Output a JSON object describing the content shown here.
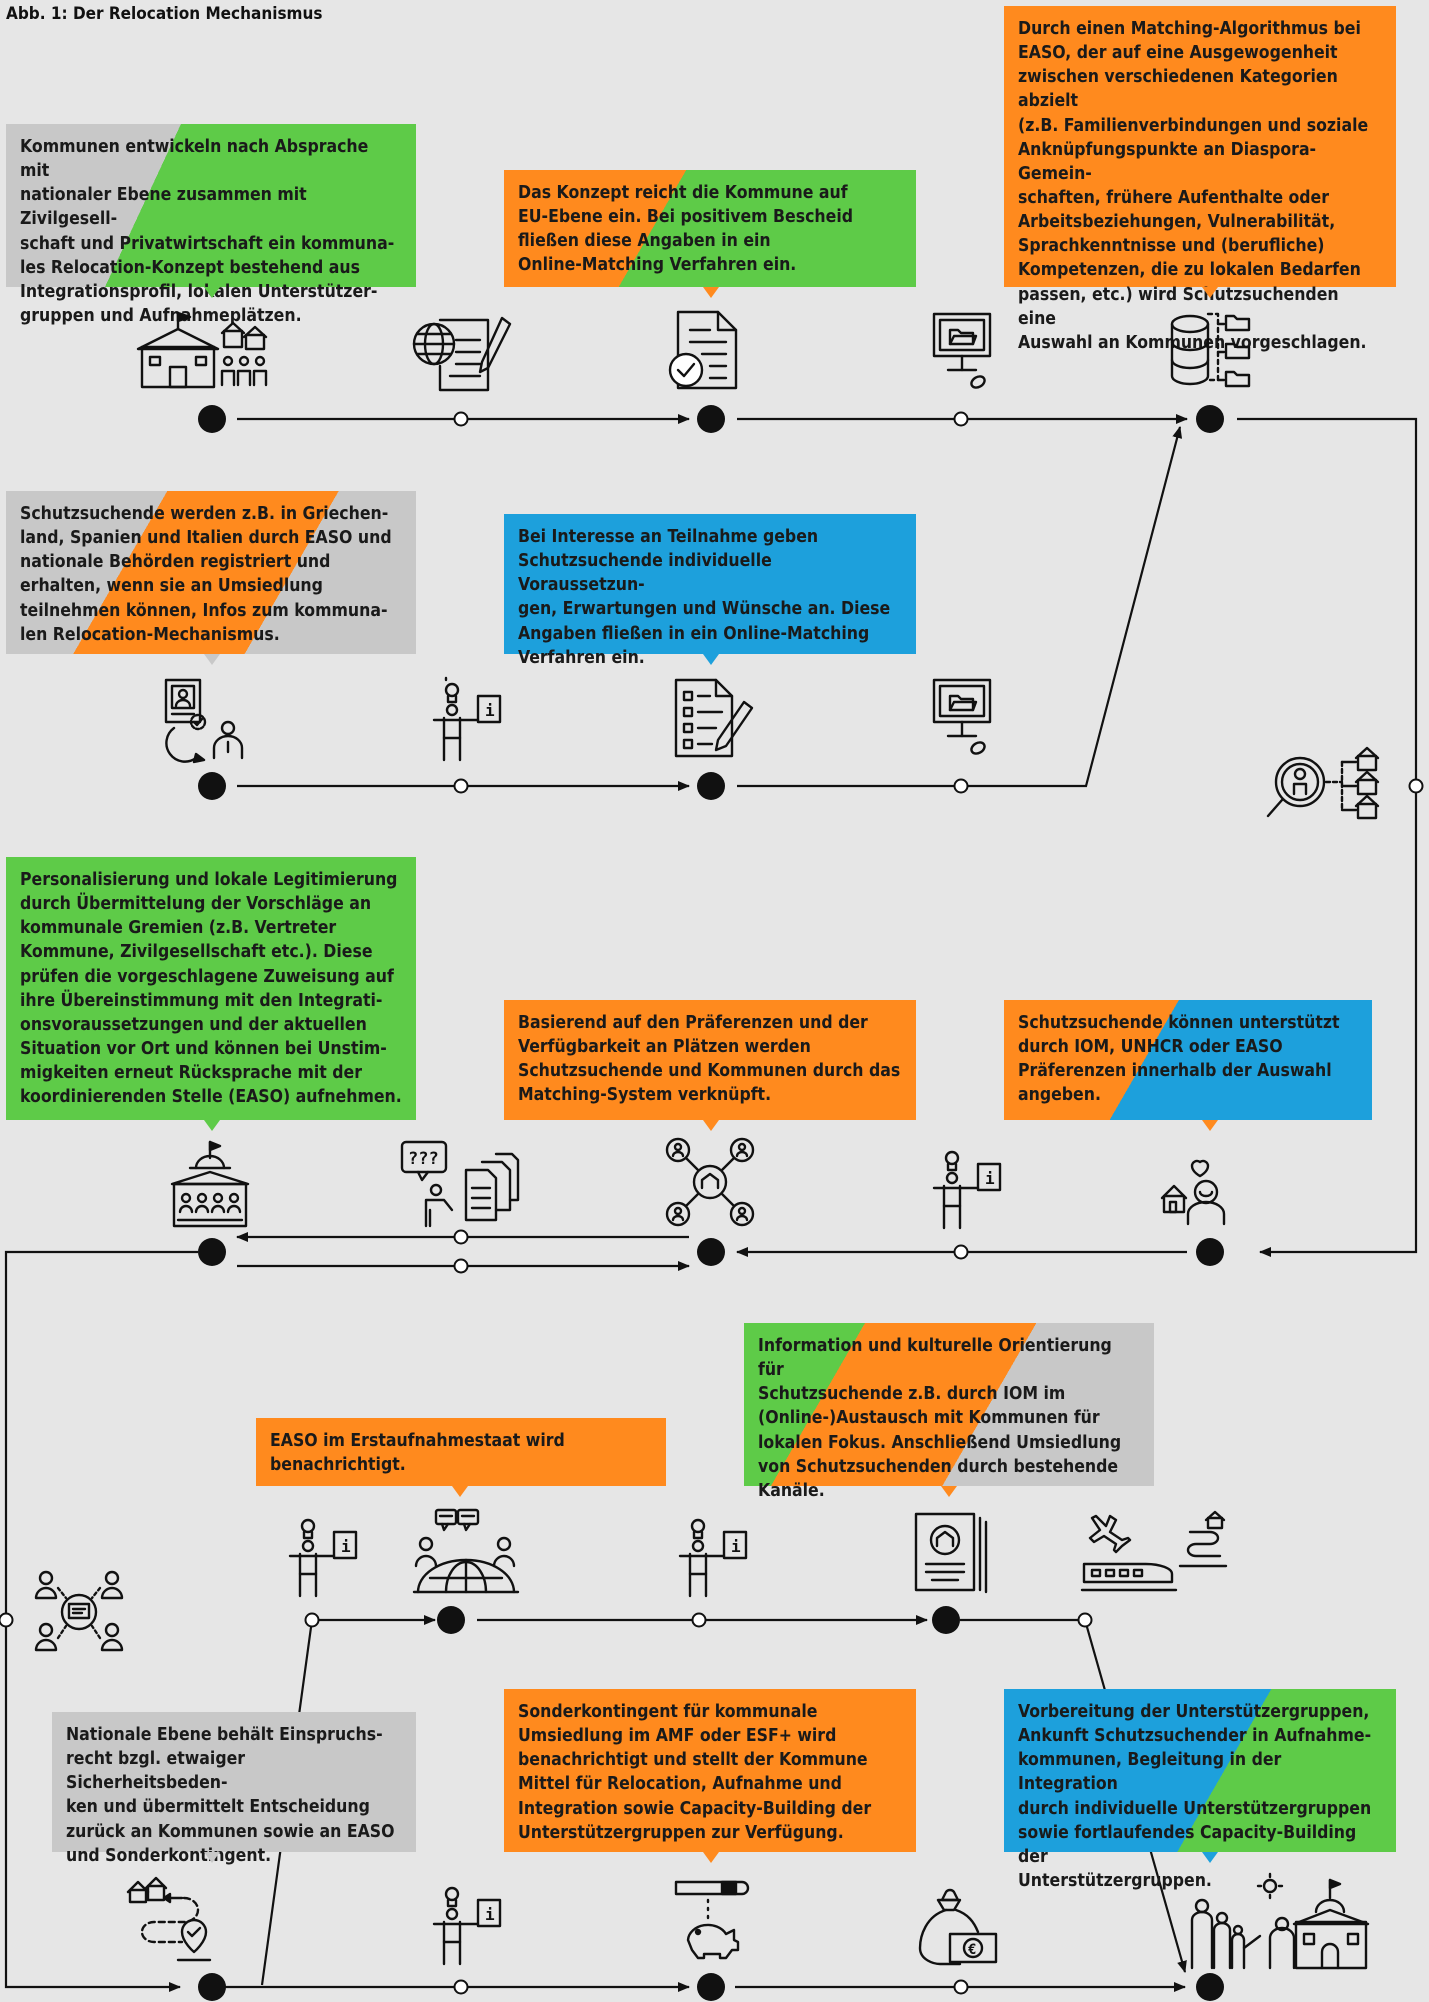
{
  "title": "Abb. 1: Der Relocation Mechanismus",
  "colors": {
    "grey": "#c8c8c8",
    "green": "#5ecb48",
    "orange": "#ff8a1e",
    "blue": "#1da0dc",
    "line": "#111111",
    "background": "#e6e6e6"
  },
  "boxes": {
    "kommunen_konzept": "Kommunen entwickeln nach Absprache mit\nnationaler Ebene zusammen mit Zivilgesell-\nschaft und Privatwirtschaft ein kommuna-\nles Relocation-Konzept bestehend aus\nIntegrationsprofil, lokalen Unterstützer-\ngruppen und Aufnahmeplätzen.",
    "konzept_eu": "Das Konzept reicht die Kommune auf\nEU-Ebene ein. Bei positivem Bescheid\nfließen diese Angaben in ein\nOnline-Matching Verfahren ein.",
    "matching_algorithmus": "Durch einen Matching-Algorithmus bei\nEASO, der auf eine Ausgewogenheit\nzwischen verschiedenen Kategorien abzielt\n(z.B. Familienverbindungen und soziale\nAnknüpfungspunkte an Diaspora-Gemein-\nschaften, frühere Aufenthalte oder\nArbeitsbeziehungen, Vulnerabilität,\nSprachkenntnisse und (berufliche)\nKompetenzen, die zu lokalen Bedarfen\npassen, etc.) wird Schutzsuchenden eine\nAuswahl an Kommunen vorgeschlagen.",
    "registrierung": "Schutzsuchende werden z.B. in Griechen-\nland, Spanien und Italien durch EASO und\nnationale Behörden registriert und\nerhalten, wenn sie an Umsiedlung\nteilnehmen können, Infos zum kommuna-\nlen Relocation-Mechanismus.",
    "interesse": "Bei Interesse an Teilnahme geben\nSchutzsuchende individuelle Voraussetzun-\ngen, Erwartungen und Wünsche an. Diese\nAngaben fließen in ein Online-Matching\nVerfahren ein.",
    "personalisierung": "Personalisierung und lokale Legitimierung\ndurch Übermittelung der Vorschläge an\nkommunale Gremien (z.B. Vertreter\nKommune, Zivilgesellschaft etc.). Diese\nprüfen die vorgeschlagene Zuweisung auf\nihre Übereinstimmung mit den Integrati-\nonsvoraussetzungen und der aktuellen\nSituation vor Ort und können bei Unstim-\nmigkeiten erneut Rücksprache mit der\nkoordinierenden Stelle (EASO) aufnehmen.",
    "praeferenzen_verknuepft": "Basierend auf den Präferenzen und der\nVerfügbarkeit an Plätzen werden\nSchutzsuchende und Kommunen durch das\nMatching-System verknüpft.",
    "unterstuetzt_iom": "Schutzsuchende können unterstützt\ndurch IOM, UNHCR oder EASO\nPräferenzen innerhalb der Auswahl\nangeben.",
    "easo_erstaufnahme": "EASO im Erstaufnahmestaat wird\nbenachrichtigt.",
    "information_orientierung": "Information und kulturelle Orientierung für\nSchutzsuchende z.B. durch IOM im\n(Online-)Austausch mit Kommunen für\nlokalen Fokus. Anschließend Umsiedlung\nvon Schutzsuchenden durch bestehende\nKanäle.",
    "nationale_ebene": "Nationale Ebene behält Einspruchs-\nrecht bzgl. etwaiger Sicherheitsbeden-\nken und übermittelt Entscheidung\nzurück an Kommunen sowie an EASO\nund Sonderkontingent.",
    "sonderkontingent": "Sonderkontingent für kommunale\nUmsiedlung im AMF oder ESF+ wird\nbenachrichtigt und stellt der Kommune\nMittel für Relocation, Aufnahme und\nIntegration sowie Capacity-Building der\nUnterstützergruppen zur Verfügung.",
    "vorbereitung": "Vorbereitung der Unterstützergruppen,\nAnkunft Schutzsuchender in Aufnahme-\nkommunen, Begleitung in der Integration\ndurch individuelle Unterstützergruppen\nsowie fortlaufendes Capacity-Building der\nUnterstützergruppen."
  },
  "icon_labels": {
    "confused_bubble": "???",
    "info_sign": "i",
    "euro_sign": "€"
  },
  "icons": [
    "town-hall-houses-people-icon",
    "globe-document-pen-icon",
    "document-checkmark-icon",
    "computer-folder-icon",
    "database-folders-icon",
    "passport-verification-icon",
    "person-info-icon",
    "checklist-pen-icon",
    "magnifier-person-houses-icon",
    "city-council-icon",
    "question-documents-icon",
    "matching-network-icon",
    "person-house-heart-icon",
    "discussion-globe-icon",
    "group-chat-icon",
    "refugee-passport-icon",
    "plane-train-route-icon",
    "houses-route-location-icon",
    "funding-piggybank-icon",
    "money-bag-euro-icon",
    "family-support-town-hall-icon"
  ]
}
